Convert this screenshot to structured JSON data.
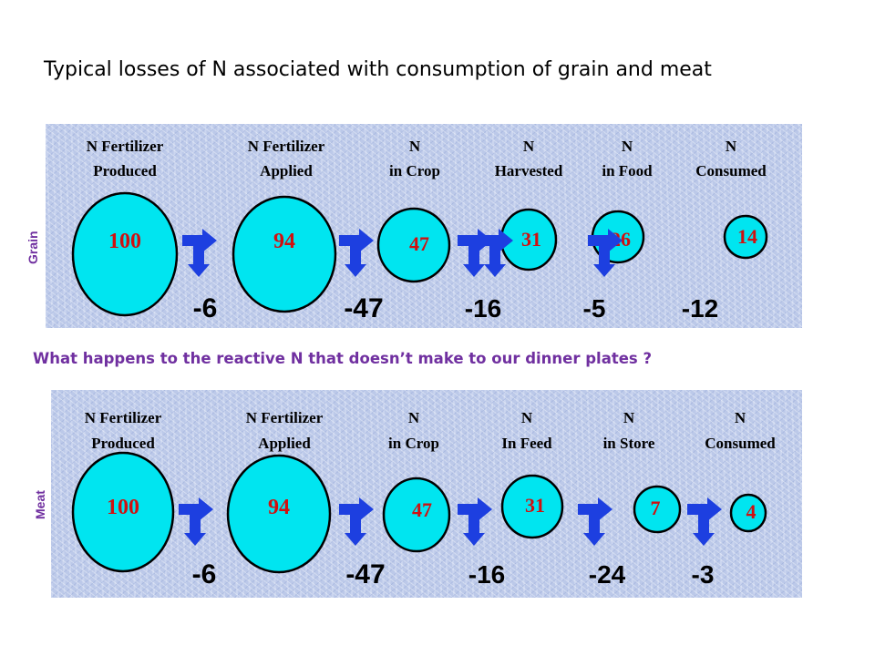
{
  "title": "Typical losses of N associated with consumption of grain and meat",
  "question": "What happens to the reactive N that doesn’t make to our dinner plates ?",
  "colors": {
    "circle": "#00e5f0",
    "arrow": "#1d3fe0",
    "value": "#d01010",
    "accent": "#7030a0"
  },
  "chart_data": [
    {
      "type": "diagram",
      "side_label": "Grain",
      "stages": [
        {
          "line1": "N Fertilizer",
          "line2": "Produced",
          "value": "100"
        },
        {
          "line1": "N Fertilizer",
          "line2": "Applied",
          "value": "94"
        },
        {
          "line1": "N",
          "line2": "in Crop",
          "value": "47"
        },
        {
          "line1": "N",
          "line2": "Harvested",
          "value": "31"
        },
        {
          "line1": "N",
          "line2": "in Food",
          "value": "26"
        },
        {
          "line1": "N",
          "line2": "Consumed",
          "value": "14"
        }
      ],
      "losses": [
        "-6",
        "-47",
        "-16",
        "-5",
        "-12"
      ]
    },
    {
      "type": "diagram",
      "side_label": "Meat",
      "stages": [
        {
          "line1": "N Fertilizer",
          "line2": "Produced",
          "value": "100"
        },
        {
          "line1": "N Fertilizer",
          "line2": "Applied",
          "value": "94"
        },
        {
          "line1": "N",
          "line2": "in Crop",
          "value": "47"
        },
        {
          "line1": "N",
          "line2": "In Feed",
          "value": "31"
        },
        {
          "line1": "N",
          "line2": "in Store",
          "value": "7"
        },
        {
          "line1": "N",
          "line2": "Consumed",
          "value": "4"
        }
      ],
      "losses": [
        "-6",
        "-47",
        "-16",
        "-24",
        "-3"
      ]
    }
  ]
}
